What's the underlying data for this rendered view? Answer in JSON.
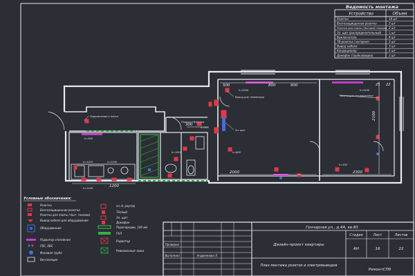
{
  "schedule": {
    "title": "Ведомость монтажа",
    "header": [
      "Устройство",
      "Объем"
    ],
    "rows": [
      [
        "Розетка",
        "18 шт"
      ],
      [
        "Влагозащищенная розетка",
        "3 шт"
      ],
      [
        "Розетка для плиты / бытовой техники",
        "2 шт"
      ],
      [
        "Эл. щит (распределительный)",
        "1 шт"
      ],
      [
        "Выключатель",
        "4 шт"
      ],
      [
        "ТВ-розетка / интернет",
        "2 шт"
      ],
      [
        "Вывод кабеля",
        "3 шт"
      ],
      [
        "Кондиционер",
        "2 шт"
      ],
      [
        "Домофон (трубка/видео)",
        "1 шт"
      ]
    ]
  },
  "dimensions": {
    "d_500": "500",
    "d_800": "800",
    "d_900": "900",
    "d_300": "300",
    "d_2000": "2000",
    "d_2300": "2300",
    "d_2100": "2100",
    "d_1200": "1200",
    "d_25": "25",
    "d_22": "22"
  },
  "notes": {
    "n1": "h=300",
    "n2": "h=200",
    "n3": "h=1010",
    "n4": "h=1100",
    "n5": "h=2300",
    "n6": "h=2100",
    "n7": "h=1810",
    "n8": "h=600",
    "n9": "h=100",
    "n10": "h=1100",
    "n11": "Подключение к плите",
    "n12": "Вывод для телевизора",
    "n13": "Эл. щит",
    "n14": "Подвод к бойлеру",
    "n15": "Вывод для кондиционера"
  },
  "legend": {
    "title": "Условные обозначения:",
    "items": [
      "Розетка",
      "Влагозащищенная розетка",
      "Розетка для плиты / быт. техники",
      "Вывод кабеля для оборудования",
      "Оборудование",
      "Радиатор отопления",
      "ГВС, ХВС",
      "Фановая труба",
      "Вентиляция",
      "эл.-б. роутер",
      "Тёплый",
      "Эл. щит",
      "Домофон",
      "Перегородки, 100 мм",
      "ГКЛ",
      "Радиатор",
      "Ревизионные люки"
    ]
  },
  "title_block": {
    "address": "Гончарная ул., д.4А, кв.83",
    "project": "Дизайн-проект квартиры",
    "sheet_name": "План монтажа розеток и электровыводов",
    "col_stage": "Стадия",
    "col_sheet": "Лист",
    "col_sheets": "Листов",
    "stage": "АН",
    "sheet": "16",
    "sheets": "22",
    "row1_role": "Проверил",
    "row2_role": "Выполнил",
    "row2_name": "Андреянова Л.",
    "company": "РемонтСПб"
  },
  "colors": {
    "background": "#2b2e34",
    "line": "#e8ecf2",
    "accent_red": "#e0394a",
    "accent_green": "#38b04a",
    "accent_blue": "#3f6fe0",
    "accent_magenta": "#c43cc8"
  }
}
